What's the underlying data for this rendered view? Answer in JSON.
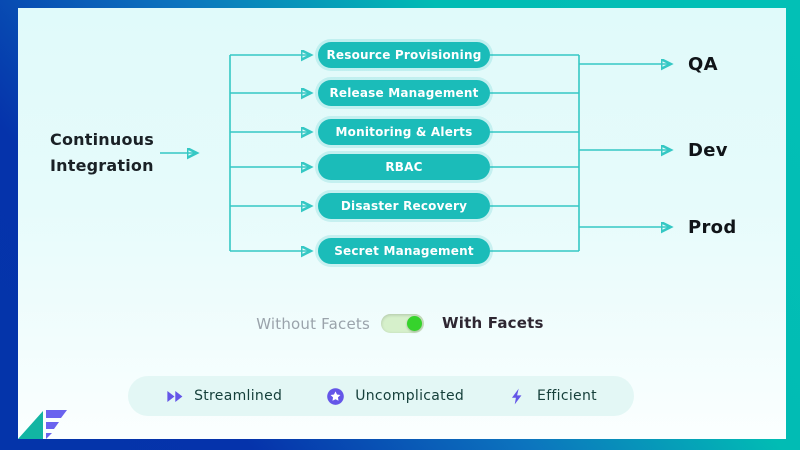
{
  "colors": {
    "connector": "#35c8c4",
    "pill": "#1bbcb9",
    "dark_text": "#1a2126",
    "muted_label": "#9aa3ab",
    "toggle_track": "#d6f0cb",
    "toggle_knob": "#36d32c",
    "accent_icon": "#6456e8",
    "frame_gradient_start": "#0533ab",
    "frame_gradient_end": "#01bcb4",
    "logo_teal": "#12b5a3",
    "logo_purple": "#6a63ef"
  },
  "flow": {
    "source": {
      "line1": "Continuous",
      "line2": "Integration"
    },
    "modules": [
      {
        "label": "Resource Provisioning"
      },
      {
        "label": "Release Management"
      },
      {
        "label": "Monitoring & Alerts"
      },
      {
        "label": "RBAC"
      },
      {
        "label": "Disaster Recovery"
      },
      {
        "label": "Secret Management"
      }
    ],
    "environments": [
      {
        "label": "QA"
      },
      {
        "label": "Dev"
      },
      {
        "label": "Prod"
      }
    ]
  },
  "toggle": {
    "off_label": "Without Facets",
    "on_label": "With Facets",
    "state": "on"
  },
  "features": {
    "items": [
      {
        "icon": "fast-forward-icon",
        "label": "Streamlined"
      },
      {
        "icon": "star-badge-icon",
        "label": "Uncomplicated"
      },
      {
        "icon": "lightning-icon",
        "label": "Efficient"
      }
    ]
  },
  "brand": {
    "logo": "facets-logo-mark"
  }
}
